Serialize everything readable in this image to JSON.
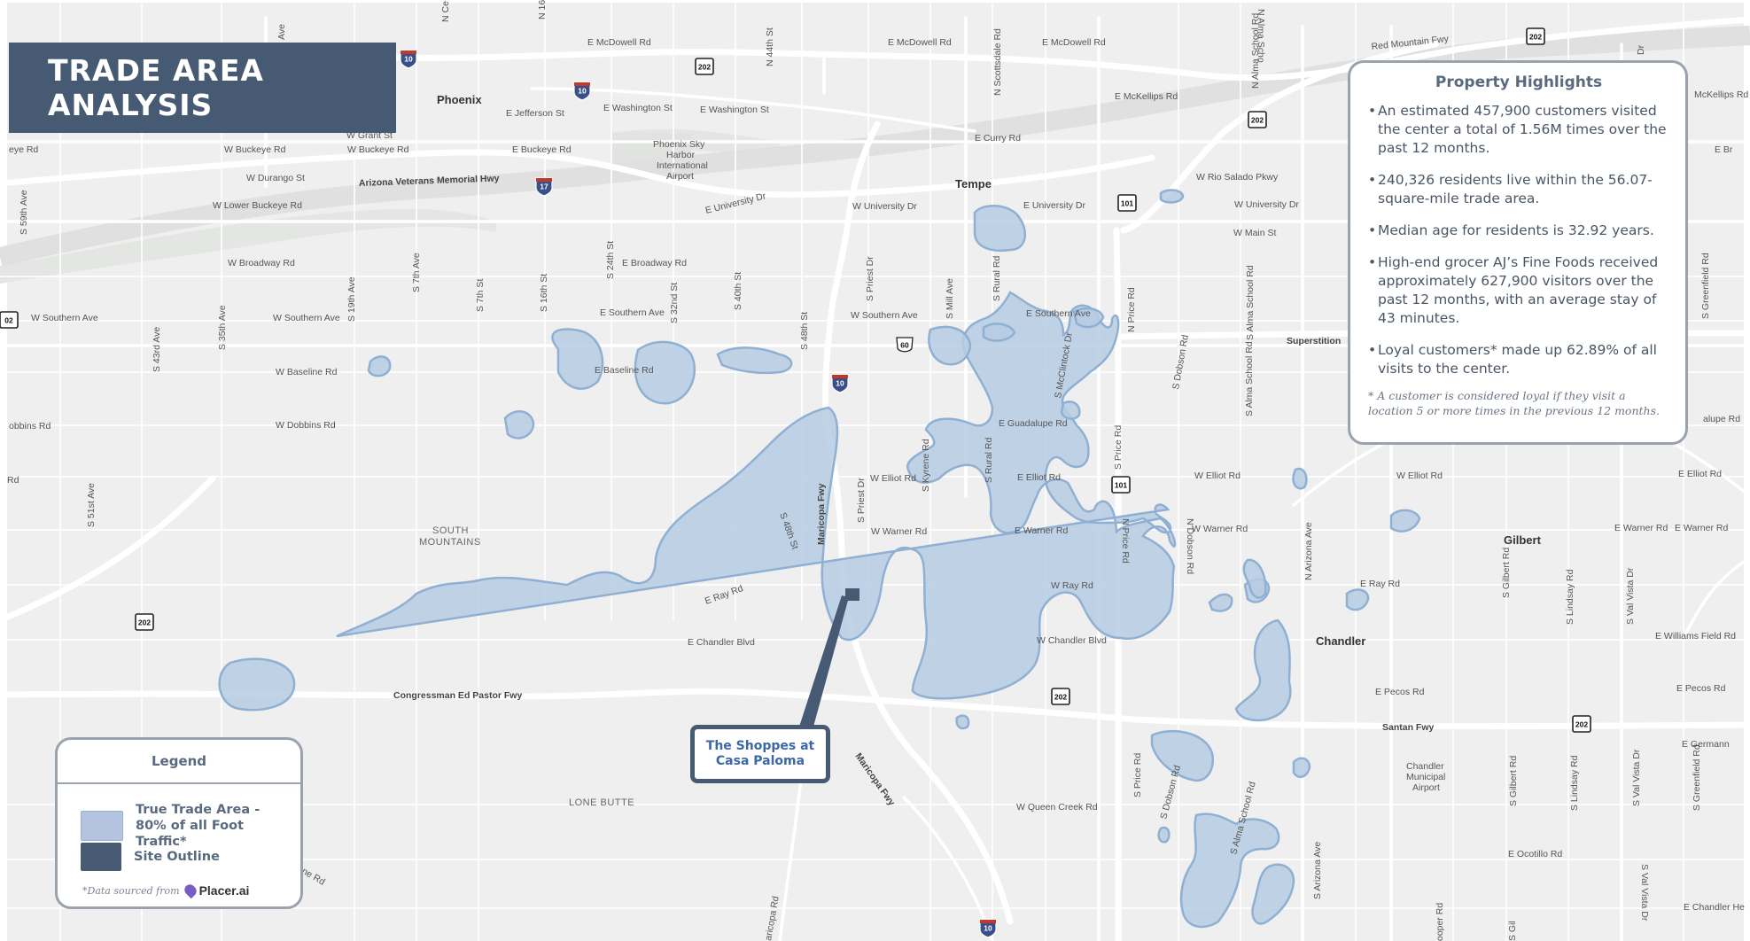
{
  "title": "TRADE AREA ANALYSIS",
  "colors": {
    "trade_area_fill": "#b6cce3",
    "trade_area_stroke": "#8fb0d2",
    "site_outline": "#465a73",
    "banner": "#465a73",
    "map_background": "#efefef",
    "roads": "#ffffff"
  },
  "highlights": {
    "title": "Property Highlights",
    "items": [
      "An estimated 457,900 customers visited the center a total of 1.56M times over the past 12 months.",
      "240,326 residents live within the 56.07-square-mile trade area.",
      "Median age for residents is 32.92 years.",
      "High-end grocer AJ’s Fine Foods received approximately 627,900 visitors over the past 12 months, with an average stay of 43 minutes.",
      "Loyal customers* made up 62.89% of all visits to the center."
    ],
    "note": "* A customer is considered loyal if they visit a location 5 or more times in the previous 12 months."
  },
  "legend": {
    "title": "Legend",
    "trade_area_label": "True Trade Area - 80% of all Foot Traffic*",
    "site_label": "Site Outline",
    "source_prefix": "*Data sourced from",
    "source_brand": "Placer.ai"
  },
  "callout": {
    "label": "The Shoppes at Casa Paloma"
  },
  "map": {
    "cities": {
      "phoenix": "Phoenix",
      "tempe": "Tempe",
      "gilbert": "Gilbert",
      "chandler": "Chandler"
    },
    "areas": {
      "south_mountains": "SOUTH MOUNTAINS",
      "lone_butte": "LONE BUTTE",
      "airport_phx": "Phoenix Sky Harbor International Airport",
      "airport_chd": "Chandler Municipal Airport"
    },
    "roads": {
      "mcdowell_1": "E McDowell Rd",
      "mcdowell_2": "E McDowell Rd",
      "mcdowell_3": "E McDowell Rd",
      "red_mountain": "Red Mountain Fwy",
      "mckellips_1": "E McKellips Rd",
      "mckellips_2": "McKellips Rd",
      "jefferson": "E Jefferson St",
      "washington_1": "E Washington St",
      "washington_2": "E Washington St",
      "grant": "W Grant St",
      "buckeye_1": "W Buckeye Rd",
      "buckeye_2": "W Buckeye Rd",
      "buckeye_3": "E Buckeye Rd",
      "buckeye_4": "eye Rd",
      "durango": "W Durango St",
      "az_veterans": "Arizona Veterans Memorial Hwy",
      "lower_buckeye": "W Lower Buckeye Rd",
      "curry": "E Curry Rd",
      "rio_salado": "W Rio Salado Pkwy",
      "univ_1": "E University Dr",
      "univ_2": "W University Dr",
      "univ_3": "E University Dr",
      "univ_4": "W University Dr",
      "main": "W Main St",
      "broadway_1": "W Broadway Rd",
      "broadway_2": "E Broadway Rd",
      "southern_1": "W Southern Ave",
      "southern_2": "W Southern Ave",
      "southern_3": "E Southern Ave",
      "southern_4": "W Southern Ave",
      "southern_5": "E Southern Ave",
      "superstition": "Superstition",
      "baseline_1": "W Baseline Rd",
      "baseline_2": "E Baseline Rd",
      "dobbins_1": "W Dobbins Rd",
      "dobbins_2": "obbins Rd",
      "guadalupe": "E Guadalupe Rd",
      "elliot_1": "W Elliot Rd",
      "elliot_2": "E Elliot Rd",
      "elliot_3": "W Elliot Rd",
      "elliot_4": "W Elliot Rd",
      "elliot_5": "E Elliot Rd",
      "warner_1": "W Warner Rd",
      "warner_2": "E Warner Rd",
      "warner_3": "W Warner Rd",
      "warner_4": "E Warner Rd",
      "warner_5": "E Warner Rd",
      "ray_1": "E Ray Rd",
      "ray_2": "W Ray Rd",
      "ray_3": "E Ray Rd",
      "chandler_1": "E Chandler Blvd",
      "chandler_2": "W Chandler Blvd",
      "williams_field": "E Williams Field Rd",
      "pecos_1": "E Pecos Rd",
      "pecos_2": "E Pecos Rd",
      "congressman": "Congressman Ed Pastor Fwy",
      "santan": "Santan Fwy",
      "germann": "E Germann",
      "queen_creek": "W Queen Creek Rd",
      "ocotillo": "E Ocotillo Rd",
      "chandler_heights": "E Chandler He",
      "maricopa_1": "Maricopa Fwy",
      "maricopa_2": "Maricopa Fwy",
      "maricopa_3": "aricopa Rd",
      "lupe": "alupe Rd",
      "rd_left": "Rd",
      "ne_rd": "ne Rd",
      "s59th": "S 59th Ave",
      "s51st": "S 51st Ave",
      "s43rd": "S 43rd Ave",
      "s35th": "S 35th Ave",
      "s19th": "S 19th Ave",
      "s7th_ave": "S 7th Ave",
      "s7th_st": "S 7th St",
      "s16th": "S 16th St",
      "s24th": "S 24th St",
      "s32nd": "S 32nd St",
      "s40th": "S 40th St",
      "s48th_1": "S 48th St",
      "s48th_2": "S 48th St",
      "n44th": "N 44th St",
      "priest": "S Priest Dr",
      "priest_2": "S Priest Dr",
      "mill": "S Mill Ave",
      "rural": "S Rural Rd",
      "rural_2": "S Rural Rd",
      "scottsdale": "N Scottsdale Rd",
      "kyrene": "S Kyrene Rd",
      "mcclintock": "S McClintock Dr",
      "price": "N Price Rd",
      "price_2": "S Price Rd",
      "price_3": "N Price Rd",
      "price_4": "S Price Rd",
      "dobson_1": "S Dobson Rd",
      "dobson_2": "N Dobson Rd",
      "dobson_3": "S Dobson Rd",
      "alma_1": "S Alma School Rd",
      "alma_2": "S Alma School Rd",
      "alma_3": "N Alma School Rd",
      "alma_4": "N Alma Scho",
      "alma_5": "S Alma School Rd",
      "arizona_1": "N Arizona Ave",
      "arizona_2": "S Arizona Ave",
      "gilbert_1": "S Gilbert Rd",
      "gilbert_2": "S Gilbert Rd",
      "gilbert_3": "S Gil",
      "lindsay_1": "S Lindsay Rd",
      "lindsay_2": "S Lindsay Rd",
      "valvista_1": "S Val Vista Dr",
      "valvista_2": "S Val Vista Dr",
      "valvista_3": "S Val Vista Dr",
      "greenfield_1": "S Greenfield Rd",
      "greenfield_2": "S Greenfield Rd",
      "cooper": "ooper Rd",
      "ave_top": "Ave",
      "n_ce": "N Ce",
      "n_16": "N 16",
      "e_br": "E Br",
      "dr_top": "Dr",
      "e_ave": "Ave"
    },
    "shields": {
      "i10_1": "10",
      "i10_2": "10",
      "i10_3": "10",
      "i10_4": "10",
      "i17": "17",
      "us60": "60",
      "sr202_1": "202",
      "sr202_2": "202",
      "sr202_3": "202",
      "sr202_4": "202",
      "sr202_5": "202",
      "sr202_6": "202",
      "sr101_1": "101",
      "sr101_2": "101",
      "edge_left": "02"
    }
  }
}
